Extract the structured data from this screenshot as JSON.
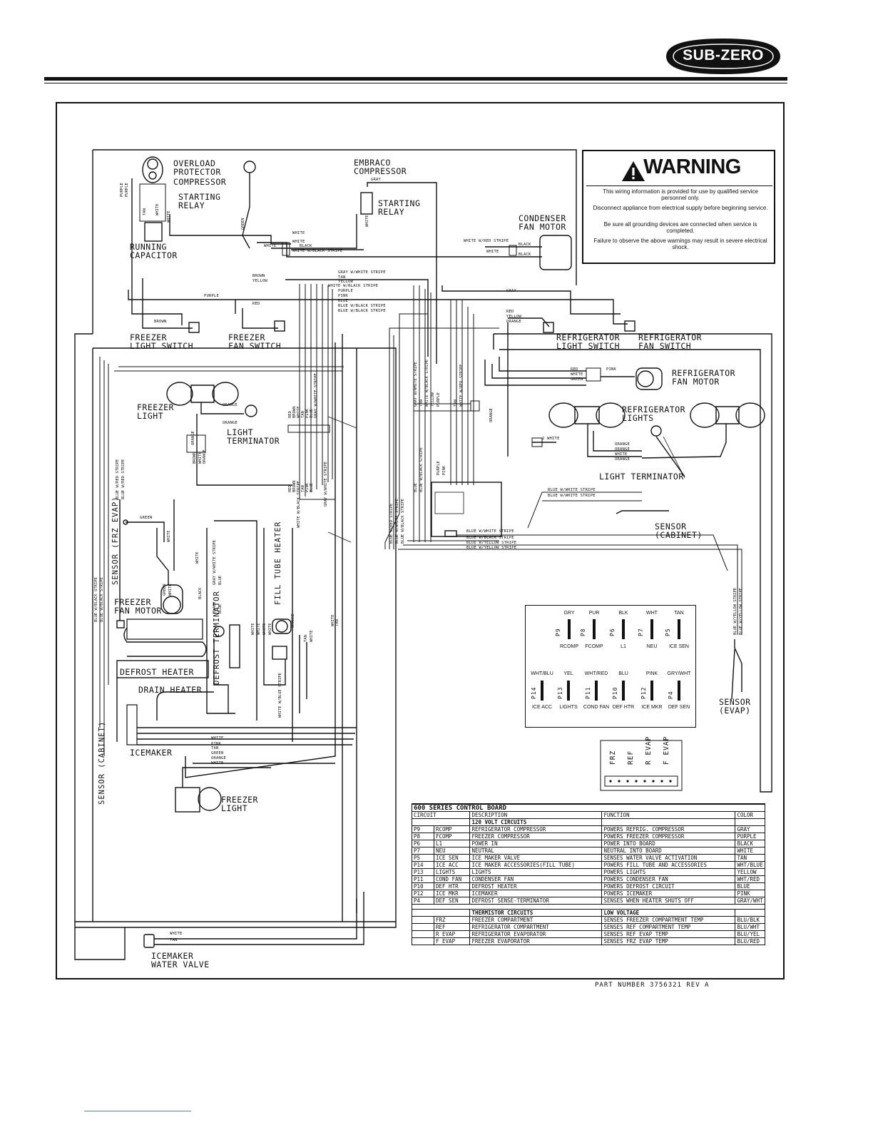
{
  "brand": {
    "logo": "SUB-ZERO"
  },
  "labels": {
    "overload_protector": "OVERLOAD\nPROTECTOR",
    "compressor": "COMPRESSOR",
    "starting_relay_left": "STARTING\nRELAY",
    "running_capacitor": "RUNNING\nCAPACITOR",
    "embraco_compressor": "EMBRACO\nCOMPRESSOR",
    "starting_relay_right": "STARTING\nRELAY",
    "condenser_fan_motor": "CONDENSER\nFAN MOTOR",
    "freezer_light_switch": "FREEZER\nLIGHT SWITCH",
    "freezer_fan_switch": "FREEZER\nFAN SWITCH",
    "refrigerator_light_switch": "REFRIGERATOR\nLIGHT SWITCH",
    "refrigerator_fan_switch": "REFRIGERATOR\nFAN SWITCH",
    "refrigerator_fan_motor": "REFRIGERATOR\nFAN MOTOR",
    "refrigerator_lights": "REFRIGERATOR\nLIGHTS",
    "light_terminator_right": "LIGHT TERMINATOR",
    "freezer_light_top": "FREEZER\nLIGHT",
    "light_terminator_left": "LIGHT\nTERMINATOR",
    "sensor_frz_evap": "SENSOR (FRZ EVAP)",
    "freezer_fan_motor": "FREEZER\nFAN MOTOR",
    "fill_tube_heater": "FILL TUBE\nHEATER",
    "defrost_terminator": "DEFROST\nTERMINATOR",
    "defrost_heater": "DEFROST HEATER",
    "drain_heater": "DRAIN HEATER",
    "sensor_cabinet_left": "SENSOR (CABINET)",
    "icemaker": "ICEMAKER",
    "freezer_light_bottom": "FREEZER\nLIGHT",
    "icemaker_water_valve": "ICEMAKER\nWATER VALVE",
    "sensor_cabinet_right": "SENSOR\n(CABINET)",
    "sensor_evap": "SENSOR\n(EVAP)"
  },
  "wires": {
    "purple": "PURPLE",
    "tan": "TAN",
    "white": "WHITE",
    "green": "GREEN",
    "gray": "GRAY",
    "black": "BLACK",
    "brown": "BROWN",
    "yellow": "YELLOW",
    "red": "RED",
    "orange": "ORANGE",
    "pink": "PINK",
    "blue": "BLUE",
    "gray_white_stripe": "GRAY W/WHITE STRIPE",
    "white_black_stripe": "WHITE W/BLACK STRIPE",
    "white_red_stripe": "WHITE W/RED STRIPE",
    "blue_black_stripe": "BLUE W/BLACK STRIPE",
    "blue_white_stripe": "BLUE W/WHITE STRIPE",
    "blue_red_stripe": "BLUE W/RED STRIPE",
    "blue_yellow_stripe": "BLUE W/YELLOW STRIPE",
    "white_blue_stripe": "WHITE W/BLUE STRIPE",
    "two_white": "2 WHITE"
  },
  "warning": {
    "title": "WARNING",
    "lines": [
      "This wiring information is provided for use by qualified service personnel only.",
      "Disconnect appliance from electrical supply before beginning service.",
      "Be sure all grounding devices are connected when service is completed.",
      "Failure to observe the above warnings may result in severe electrical shock."
    ]
  },
  "pins_top": [
    {
      "color": "GRY",
      "pin": "P9",
      "name": "RCOMP"
    },
    {
      "color": "PUR",
      "pin": "P8",
      "name": "FCOMP"
    },
    {
      "color": "BLK",
      "pin": "P6",
      "name": "L1"
    },
    {
      "color": "WHT",
      "pin": "P7",
      "name": "NEU"
    },
    {
      "color": "TAN",
      "pin": "P5",
      "name": "ICE SEN"
    }
  ],
  "pins_bottom": [
    {
      "color": "WHT/BLU",
      "pin": "P14",
      "name": "ICE ACC"
    },
    {
      "color": "YEL",
      "pin": "P13",
      "name": "LIGHTS"
    },
    {
      "color": "WHT/RED",
      "pin": "P11",
      "name": "COND FAN"
    },
    {
      "color": "BLU",
      "pin": "P10",
      "name": "DEF HTR"
    },
    {
      "color": "PINK",
      "pin": "P12",
      "name": "ICE MKR"
    },
    {
      "color": "GRY/WHT",
      "pin": "P4",
      "name": "DEF SEN"
    }
  ],
  "thermistor_pins": [
    "FRZ",
    "REF",
    "R EVAP",
    "F EVAP"
  ],
  "control_board": {
    "title": "600 SERIES CONTROL BOARD",
    "headers": [
      "CIRCUIT",
      "DESCRIPTION",
      "FUNCTION",
      "COLOR"
    ],
    "section_120v": "120 VOLT CIRCUITS",
    "rows_120v": [
      [
        "P9",
        "RCOMP",
        "REFRIGERATOR COMPRESSOR",
        "POWERS REFRIG. COMPRESSOR",
        "GRAY"
      ],
      [
        "P8",
        "FCOMP",
        "FREEZER COMPRESSOR",
        "POWERS FREEZER COMPRESSOR",
        "PURPLE"
      ],
      [
        "P6",
        "L1",
        "POWER IN",
        "POWER INTO BOARD",
        "BLACK"
      ],
      [
        "P7",
        "NEU",
        "NEUTRAL",
        "NEUTRAL INTO BOARD",
        "WHITE"
      ],
      [
        "P5",
        "ICE SEN",
        "ICE MAKER VALVE",
        "SENSES WATER VALVE ACTIVATION",
        "TAN"
      ],
      [
        "P14",
        "ICE ACC",
        "ICE MAKER ACCESSORIES(FILL TUBE)",
        "POWERS FILL TUBE AND ACCESSORIES",
        "WHT/BLUE"
      ],
      [
        "P13",
        "LIGHTS",
        "LIGHTS",
        "POWERS LIGHTS",
        "YELLOW"
      ],
      [
        "P11",
        "COND FAN",
        "CONDENSER FAN",
        "POWERS CONDENSER FAN",
        "WHT/RED"
      ],
      [
        "P10",
        "DEF HTR",
        "DEFROST HEATER",
        "POWERS DEFROST CIRCUIT",
        "BLUE"
      ],
      [
        "P12",
        "ICE MKR",
        "ICEMAKER",
        "POWERS ICEMAKER",
        "PINK"
      ],
      [
        "P4",
        "DEF SEN",
        "DEFROST SENSE-TERMINATOR",
        "SENSES WHEN HEATER SHUTS OFF",
        "GRAY/WHT"
      ]
    ],
    "section_thermistor": "THERMISTOR CIRCUITS",
    "section_low_voltage": "LOW VOLTAGE",
    "rows_thermistor": [
      [
        "",
        "FRZ",
        "FREEZER COMPARTMENT",
        "SENSES FREEZER COMPARTMENT TEMP",
        "BLU/BLK"
      ],
      [
        "",
        "REF",
        "REFRIGERATOR COMPARTMENT",
        "SENSES REF COMPARTMENT TEMP",
        "BLU/WHT"
      ],
      [
        "",
        "R EVAP",
        "REFRIGERATOR EVAPORATOR",
        "SENSES REF EVAP TEMP",
        "BLU/YEL"
      ],
      [
        "",
        "F EVAP",
        "FREEZER EVAPORATOR",
        "SENSES FRZ EVAP TEMP",
        "BLU/RED"
      ]
    ]
  },
  "part_number": "PART NUMBER 3756321 REV A"
}
